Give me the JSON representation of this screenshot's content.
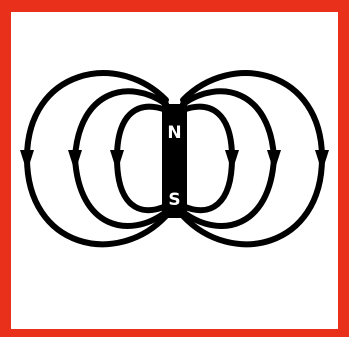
{
  "diagram": {
    "magnet": {
      "north_label": "N",
      "south_label": "S"
    },
    "colors": {
      "frame": "#e8301b",
      "lines": "#000000",
      "background": "#ffffff",
      "magnet_body": "#000000",
      "pole_text": "#ffffff"
    },
    "field_line_count_per_side": 3,
    "arrow_direction": "downward"
  }
}
